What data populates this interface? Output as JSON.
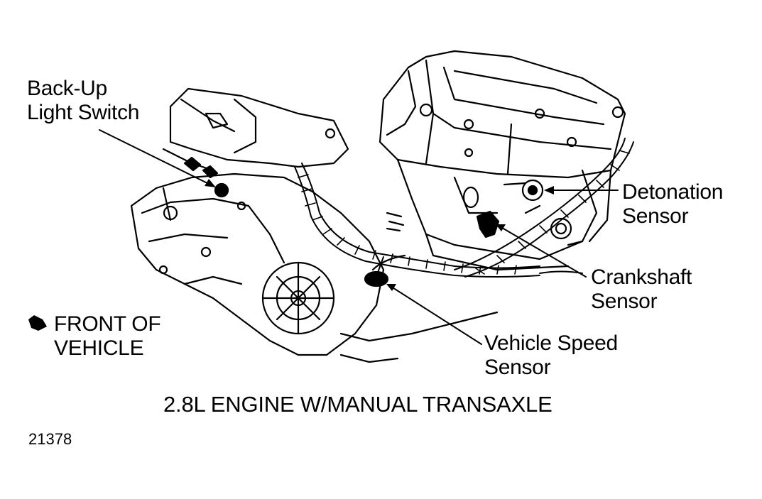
{
  "callouts": {
    "backup_switch": [
      "Back-Up",
      "Light Switch"
    ],
    "detonation": [
      "Detonation",
      "Sensor"
    ],
    "crankshaft": [
      "Crankshaft",
      "Sensor"
    ],
    "vehicle_speed": [
      "Vehicle Speed",
      "Sensor"
    ]
  },
  "front_of_vehicle": [
    "FRONT OF",
    "VEHICLE"
  ],
  "caption": "2.8L ENGINE W/MANUAL TRANSAXLE",
  "figure_number": "21378",
  "colors": {
    "ink": "#000000",
    "paper": "#ffffff"
  }
}
